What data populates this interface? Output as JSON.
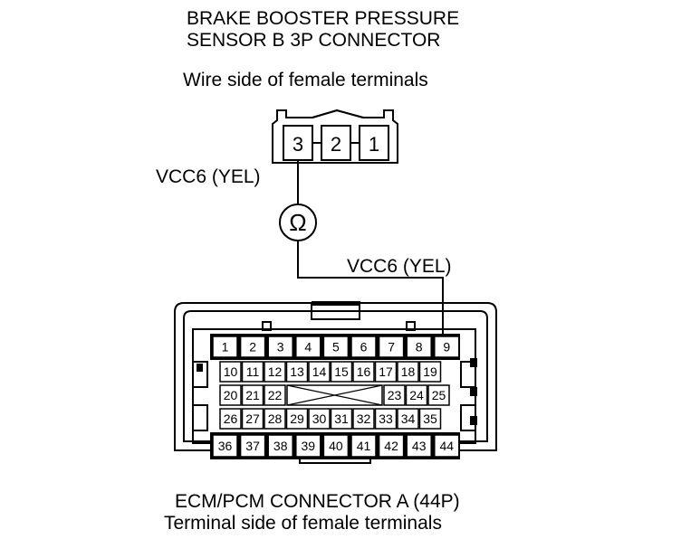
{
  "sensor_connector": {
    "title_line1": "BRAKE BOOSTER PRESSURE",
    "title_line2": "SENSOR B 3P CONNECTOR",
    "view_label": "Wire side of female terminals",
    "pins": [
      "3",
      "2",
      "1"
    ]
  },
  "wire_top": {
    "label": "VCC6 (YEL)"
  },
  "meter": {
    "symbol": "Ω"
  },
  "wire_bottom": {
    "label": "VCC6 (YEL)"
  },
  "ecm_connector": {
    "title": "ECM/PCM CONNECTOR A (44P)",
    "view_label": "Terminal side of female terminals",
    "row1": [
      "1",
      "2",
      "3",
      "4",
      "5",
      "6",
      "7",
      "8",
      "9"
    ],
    "row2": [
      "10",
      "11",
      "12",
      "13",
      "14",
      "15",
      "16",
      "17",
      "18",
      "19"
    ],
    "row3_left": [
      "20",
      "21",
      "22"
    ],
    "row3_right": [
      "23",
      "24",
      "25"
    ],
    "row4": [
      "26",
      "27",
      "28",
      "29",
      "30",
      "31",
      "32",
      "33",
      "34",
      "35"
    ],
    "row5": [
      "36",
      "37",
      "38",
      "39",
      "40",
      "41",
      "42",
      "43",
      "44"
    ]
  }
}
